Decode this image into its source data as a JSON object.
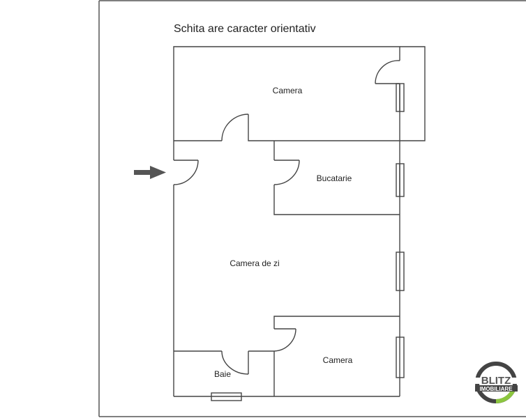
{
  "title": "Schita are caracter orientativ",
  "rooms": {
    "camera_top": "Camera",
    "bucatarie": "Bucatarie",
    "camera_de_zi": "Camera de zi",
    "camera_bottom": "Camera",
    "baie": "Baie"
  },
  "logo": {
    "line1": "BLITZ",
    "line2": "IMOBILIARE",
    "colors": {
      "ring": "#444444",
      "accent": "#8cc63f"
    }
  },
  "icons": {
    "entrance": "arrow-right-icon"
  }
}
